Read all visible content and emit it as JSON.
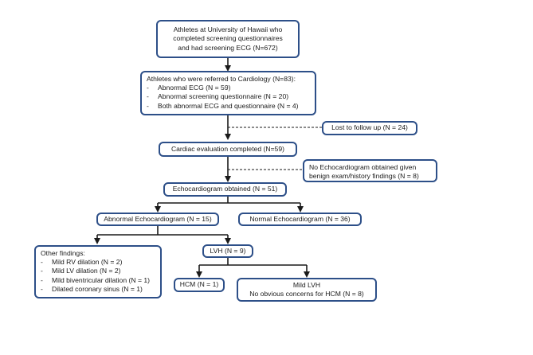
{
  "flowchart": {
    "screening": {
      "lines": [
        "Athletes at University of Hawaii who",
        "completed screening questionnaires",
        "and had screening ECG (N=672)"
      ]
    },
    "referred": {
      "heading": "Athletes who were referred to Cardiology (N=83):",
      "items": [
        "Abnormal ECG (N = 59)",
        "Abnormal screening questionnaire (N = 20)",
        "Both abnormal ECG and questionnaire (N = 4)"
      ]
    },
    "lost_to_follow_up": "Lost to follow up (N = 24)",
    "cardiac_evaluation": "Cardiac evaluation completed (N=59)",
    "no_echo": {
      "lines": [
        "No Echocardiogram obtained given",
        "benign exam/history findings (N = 8)"
      ]
    },
    "echo_obtained": "Echocardiogram obtained (N = 51)",
    "abnormal_echo": "Abnormal Echocardiogram (N = 15)",
    "normal_echo": "Normal Echocardiogram (N = 36)",
    "other_findings": {
      "heading": "Other findings:",
      "items": [
        "Mild RV dilation (N = 2)",
        "Mild LV dilation (N = 2)",
        "Mild biventricular dilation (N = 1)",
        "Dilated coronary sinus (N = 1)"
      ]
    },
    "lvh": "LVH (N = 9)",
    "hcm": "HCM (N = 1)",
    "mild_lvh": {
      "lines": [
        "Mild LVH",
        "No obvious concerns for HCM (N = 8)"
      ]
    },
    "bullet_marker": "-"
  },
  "colors": {
    "box_border": "#2d4f88",
    "connector": "#1a1a1a",
    "background": "#ffffff"
  }
}
